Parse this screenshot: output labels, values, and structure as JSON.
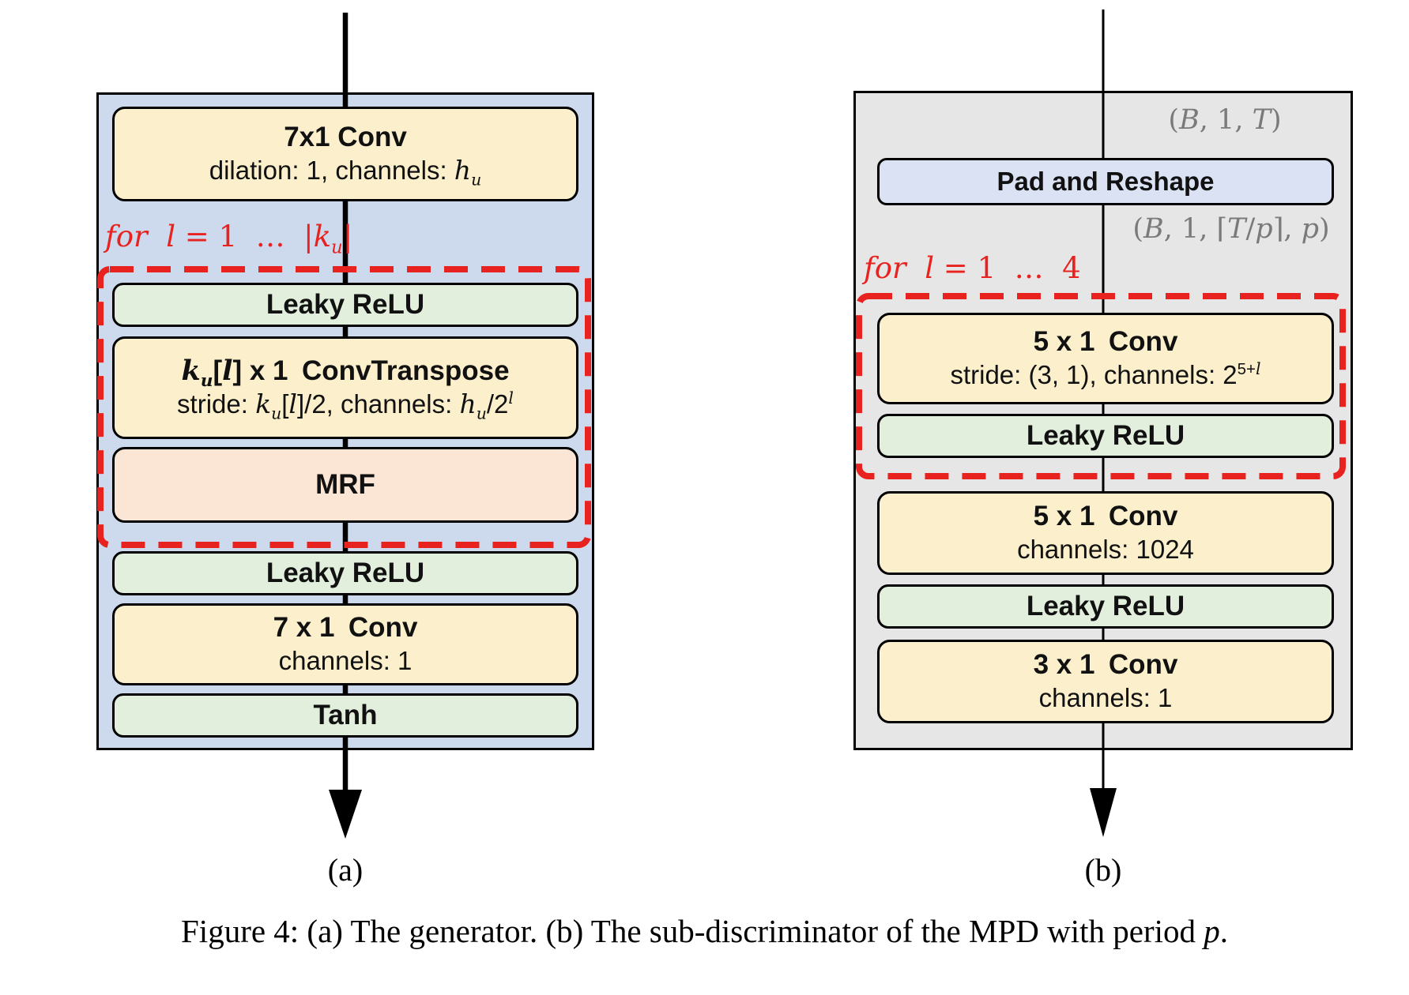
{
  "figure": {
    "caption": "Figure 4: (a) The generator. (b) The sub-discriminator of the MPD with period <i>p</i>."
  },
  "panel_a": {
    "label": "(a)",
    "conv_in_title": "7x1 Conv",
    "conv_in_sub": "dilation: 1, channels: <i>h<sub>u</sub></i>",
    "loop_label": "<i>for</i>&nbsp; <i>l</i> = 1 &nbsp;… &nbsp;|<i>k<sub>u</sub></i>|",
    "relu1": "Leaky ReLU",
    "convt_title": "<i>k<sub>u</sub></i>[<i>l</i>] x 1&ensp;ConvTranspose",
    "convt_sub": "stride: <i>k<sub>u</sub></i>[<i>l</i>]/2, channels: <i>h<sub>u</sub></i>/2<sup><i>l</i></sup>",
    "mrf": "MRF",
    "relu2": "Leaky ReLU",
    "conv_out_title": "7 x 1&ensp;Conv",
    "conv_out_sub": "channels: 1",
    "tanh": "Tanh"
  },
  "panel_b": {
    "label": "(b)",
    "input_shape": "(<i>B</i>, 1, <i>T</i>)",
    "pad_reshape": "Pad and Reshape",
    "reshaped_shape": "(<i>B</i>, 1, ⌈<i>T</i>/<i>p</i>⌉, <i>p</i>)",
    "loop_label": "<i>for</i>&nbsp; <i>l</i> = 1 &nbsp;… &nbsp;4",
    "conv1_title": "5 x 1&ensp;Conv",
    "conv1_sub": "stride: (3, 1), channels: 2<sup>5+<i>l</i></sup>",
    "relu1": "Leaky ReLU",
    "conv2_title": "5 x 1&ensp;Conv",
    "conv2_sub": "channels: 1024",
    "relu2": "Leaky ReLU",
    "conv3_title": "3 x 1&ensp;Conv",
    "conv3_sub": "channels: 1"
  },
  "colors": {
    "panel_a_bg": "#cdd9ed",
    "panel_b_bg": "#e7e6e6",
    "conv_fill": "#fcf0cc",
    "relu_fill": "#e1efdc",
    "mrf_fill": "#fbe5d5",
    "pad_fill": "#dbe2f4",
    "loop_red": "#e8231f",
    "shape_gray": "#7a7a7a",
    "line_black": "#000000"
  }
}
